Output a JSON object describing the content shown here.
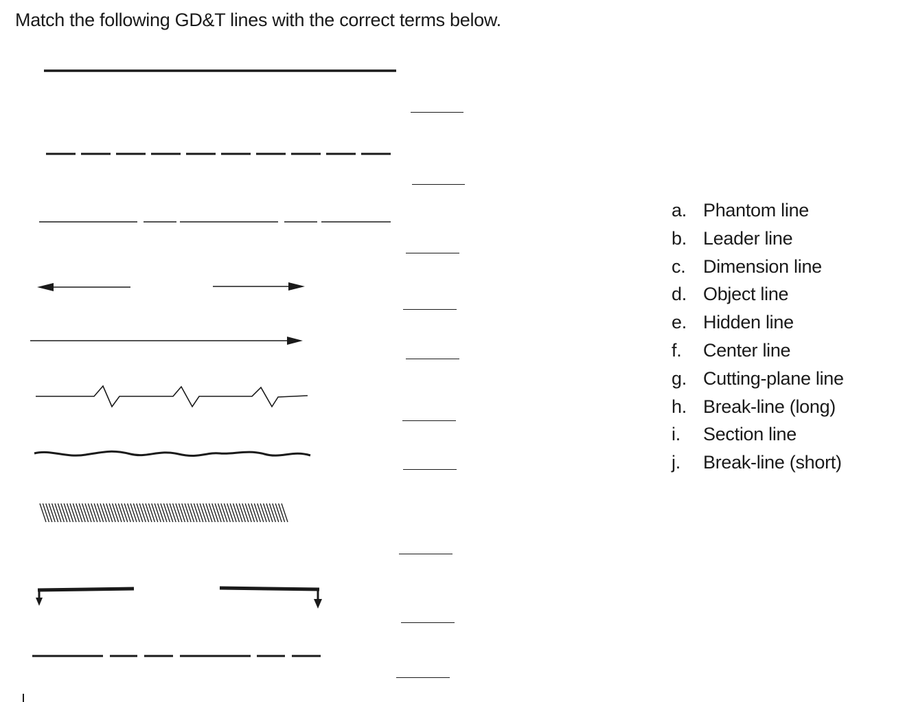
{
  "prompt": "Match the following GD&T lines with the correct terms below.",
  "line_samples": [
    {
      "kind": "object-line"
    },
    {
      "kind": "hidden-line"
    },
    {
      "kind": "phantom-line"
    },
    {
      "kind": "dimension-line"
    },
    {
      "kind": "leader-line"
    },
    {
      "kind": "break-line-long"
    },
    {
      "kind": "break-line-short"
    },
    {
      "kind": "section-line"
    },
    {
      "kind": "cutting-plane-line"
    },
    {
      "kind": "center-line"
    }
  ],
  "answer_blanks_count": 10,
  "terms": [
    {
      "letter": "a.",
      "name": "Phantom line"
    },
    {
      "letter": "b.",
      "name": "Leader line"
    },
    {
      "letter": "c.",
      "name": "Dimension line"
    },
    {
      "letter": "d.",
      "name": "Object line"
    },
    {
      "letter": "e.",
      "name": "Hidden line"
    },
    {
      "letter": "f.",
      "name": "Center line"
    },
    {
      "letter": "g.",
      "name": "Cutting-plane line"
    },
    {
      "letter": "h.",
      "name": "Break-line (long)"
    },
    {
      "letter": "i.",
      "name": "Section line"
    },
    {
      "letter": "j.",
      "name": "Break-line (short)"
    }
  ],
  "colors": {
    "ink": "#1a1a1a",
    "background": "#ffffff"
  }
}
